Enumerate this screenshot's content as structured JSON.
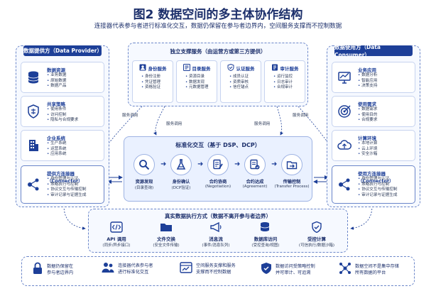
{
  "title": "图2  数据空间的多主体协作结构",
  "subtitle": "连接器代表参与者进行标准化交互，数据仍保留在参与者边界内，空间服务支撑而不控制数据",
  "provider": {
    "heading": "数据提供方（Data Provider）",
    "cards": [
      {
        "title": "数据资源",
        "items": [
          "业务数据",
          "原始数据",
          "数据产品"
        ],
        "icon": "database-icon"
      },
      {
        "title": "共享策略",
        "items": [
          "使用条件",
          "访问控制",
          "隐私与合规要求"
        ],
        "icon": "policy-shield-icon"
      },
      {
        "title": "企业系统",
        "items": [
          "生产系统",
          "运营系统",
          "应用系统"
        ],
        "icon": "building-icon"
      },
      {
        "title": "提供方连接器（Connector）",
        "items": [
          "身份管理与认证",
          "策略执行与控制",
          "协议交互与传输控制",
          "审计记录与证据生成"
        ],
        "icon": "connector-icon"
      }
    ]
  },
  "consumer": {
    "heading": "数据使用方（Data Consumer）",
    "cards": [
      {
        "title": "业务应用",
        "items": [
          "数据分析",
          "智能应用",
          "决策支持"
        ],
        "icon": "chart-monitor-icon"
      },
      {
        "title": "使用需求",
        "items": [
          "数据需求",
          "使用目的",
          "合规要求"
        ],
        "icon": "target-icon"
      },
      {
        "title": "计算环境",
        "items": [
          "本地计算",
          "云上环境",
          "安全沙箱"
        ],
        "icon": "cloud-icon"
      },
      {
        "title": "使用方连接器（Connector）",
        "items": [
          "身份管理与认证",
          "策略执行与控制",
          "协议交互与传输控制",
          "审计记录与证据生成"
        ],
        "icon": "connector-icon"
      }
    ]
  },
  "support": {
    "heading": "独立支撑服务（由运营方或第三方提供）",
    "services": [
      {
        "title": "身份服务",
        "items": [
          "身份注册",
          "凭证管理",
          "资格验证"
        ],
        "icon": "person-id-icon"
      },
      {
        "title": "目录服务",
        "items": [
          "资源目录",
          "数据发现",
          "元数据管理"
        ],
        "icon": "catalog-book-icon"
      },
      {
        "title": "认证服务",
        "items": [
          "成员认证",
          "资质审核",
          "信任锚点"
        ],
        "icon": "shield-check-icon"
      },
      {
        "title": "审计服务",
        "items": [
          "运行监控",
          "日志审计",
          "合规审计"
        ],
        "icon": "audit-doc-icon"
      }
    ]
  },
  "service_call": "服务调用",
  "center": {
    "heading": "标准化交互（基于 DSP、DCP）",
    "steps": [
      {
        "line1": "资源发现",
        "line2": "(目录查询)",
        "icon": "magnifier-icon"
      },
      {
        "line1": "身份确认",
        "line2": "(DCP验证)",
        "icon": "badge-flask-icon"
      },
      {
        "line1": "合约协商",
        "line2": "(Negotiation)",
        "icon": "contract-pen-icon"
      },
      {
        "line1": "合约达成",
        "line2": "(Agreement)",
        "icon": "agreement-pen-icon"
      },
      {
        "line1": "传输控制",
        "line2": "(Transfer Process)",
        "icon": "transfer-folder-icon"
      }
    ]
  },
  "execution": {
    "heading": "真实数据执行方式（数据不离开参与者边界）",
    "items": [
      {
        "line1": "API 调用",
        "line2": "(同步/异步接口)",
        "icon": "code-icon"
      },
      {
        "line1": "文件交换",
        "line2": "(安全文件传输)",
        "icon": "folder-icon"
      },
      {
        "line1": "消息流",
        "line2": "(事件/消息队列)",
        "icon": "megaphone-icon"
      },
      {
        "line1": "数据库访问",
        "line2": "(受控查询/视图)",
        "icon": "db-access-icon"
      },
      {
        "line1": "受控计算",
        "line2": "(可信执行/数据沙箱)",
        "icon": "secure-shield-icon"
      }
    ]
  },
  "footer": [
    {
      "lines": [
        "数据仍保留在",
        "参与者边界内"
      ],
      "icon": "lock-icon"
    },
    {
      "lines": [
        "连接器代表参与者",
        "进行标准化交互"
      ],
      "icon": "people-icon"
    },
    {
      "lines": [
        "空间服务支撑和服务",
        "支撑而不控制数据"
      ],
      "icon": "dashboard-icon"
    },
    {
      "lines": [
        "数据访问受策略控制",
        "并可审计、可追溯"
      ],
      "icon": "shield-doc-icon"
    },
    {
      "lines": [
        "数据空间不是集中存储",
        "所有数据的平台"
      ],
      "icon": "network-icon"
    }
  ],
  "colors": {
    "primary": "#1d3f98",
    "panel_bg": "#f6f9ff",
    "border": "#6b86c9",
    "center_bg": "#eaf1ff"
  }
}
